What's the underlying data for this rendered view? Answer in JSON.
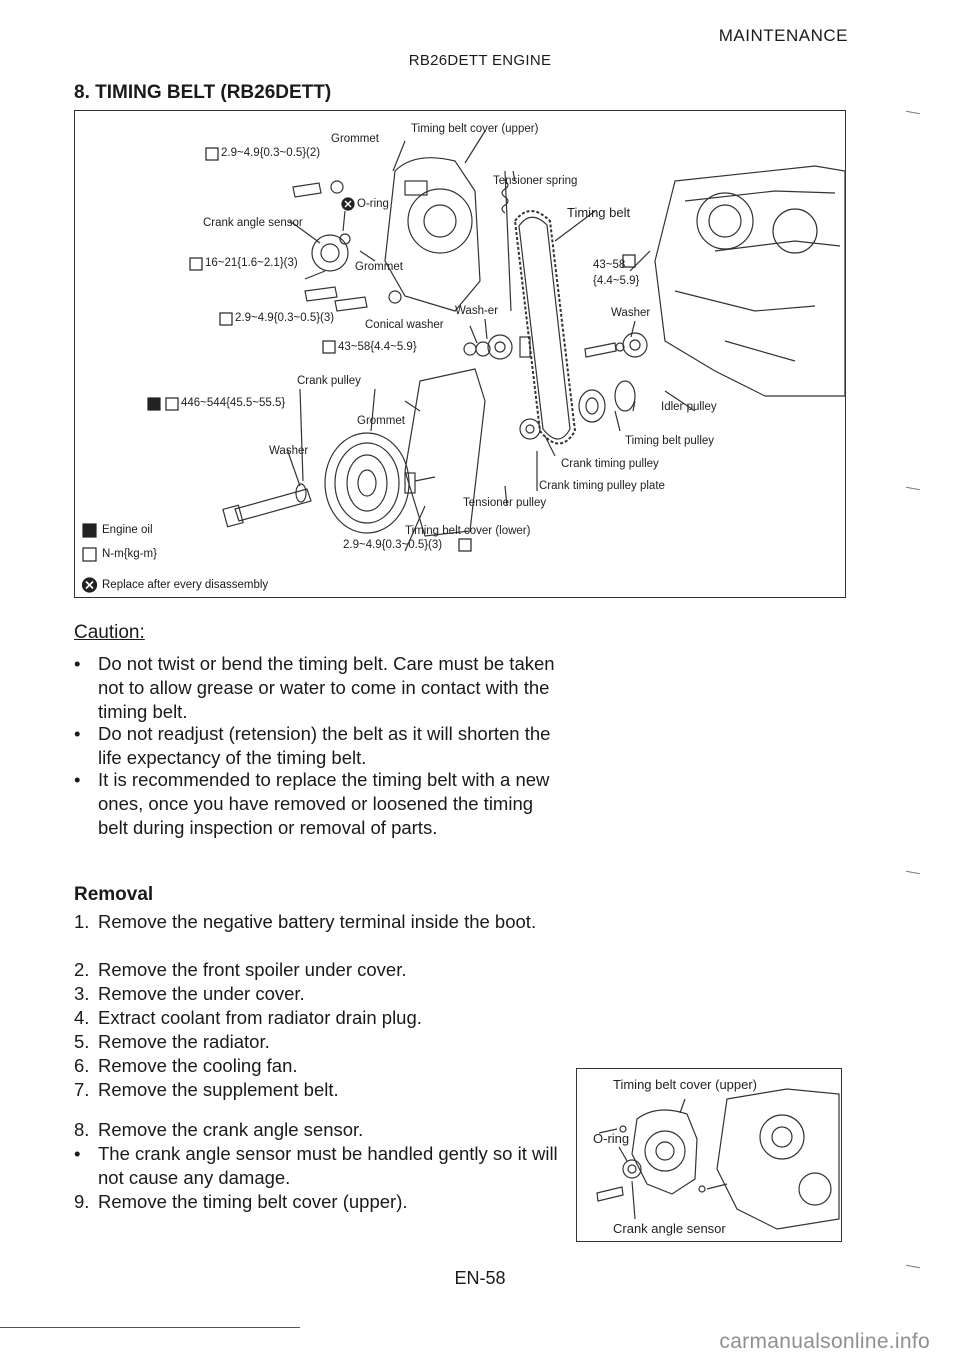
{
  "header": {
    "section": "MAINTENANCE",
    "engine": "RB26DETT ENGINE"
  },
  "title": "8. TIMING BELT (RB26DETT)",
  "figure": {
    "labels": {
      "grommet_top": "Grommet",
      "timing_belt_cover_upper": "Timing belt cover (upper)",
      "torque_1": "2.9~4.9{0.3~0.5}(2)",
      "tensioner_spring": "Tensioner spring",
      "o_ring": "O-ring",
      "crank_angle_sensor": "Crank angle sensor",
      "timing_belt": "Timing belt",
      "torque_2": "16~21{1.6~2.1}(3)",
      "grommet_mid": "Grommet",
      "torque_3a": "43~58",
      "torque_3b": "{4.4~5.9}",
      "torque_4": "2.9~4.9{0.3~0.5}(3)",
      "washer_1": "Wash-er",
      "conical_washer": "Conical washer",
      "washer_right": "Washer",
      "torque_5": "43~58{4.4~5.9}",
      "crank_pulley": "Crank pulley",
      "torque_6": "446~544{45.5~55.5}",
      "grommet_low": "Grommet",
      "idler_pulley": "Idler pulley",
      "washer_2": "Washer",
      "timing_belt_pulley": "Timing belt pulley",
      "crank_timing_pulley": "Crank timing pulley",
      "crank_timing_pulley_plate": "Crank timing pulley plate",
      "tensioner_pulley": "Tensioner pulley",
      "timing_belt_cover_lower": "Timing belt cover (lower)",
      "torque_7": "2.9~4.9{0.3~0.5}(3)"
    },
    "legend": [
      {
        "icon": "engine-oil-icon",
        "text": "Engine oil"
      },
      {
        "icon": "torque-wrench-icon",
        "text": "N-m{kg-m}"
      },
      {
        "icon": "replace-x-icon",
        "text": "Replace after every disassembly"
      }
    ]
  },
  "caution": {
    "heading": "Caution:",
    "items": [
      "Do not twist or bend the timing belt. Care must be taken not to allow grease or water to come in contact with the timing belt.",
      "Do not readjust (retension) the belt as it will shorten the life expectancy of the timing belt.",
      "It is recommended to replace the timing belt with a new ones, once you have removed or loosened the timing belt during inspection or removal of parts."
    ]
  },
  "removal": {
    "heading": "Removal",
    "steps": [
      {
        "num": "1.",
        "text": "Remove the negative battery terminal inside the boot."
      },
      {
        "num": "2.",
        "text": "Remove the front spoiler under cover."
      },
      {
        "num": "3.",
        "text": "Remove the under cover."
      },
      {
        "num": "4.",
        "text": "Extract coolant from radiator drain plug."
      },
      {
        "num": "5.",
        "text": "Remove the radiator."
      },
      {
        "num": "6.",
        "text": "Remove the cooling fan."
      },
      {
        "num": "7.",
        "text": "Remove the supplement belt."
      },
      {
        "num": "8.",
        "text": "Remove the crank angle sensor."
      },
      {
        "num": "•",
        "text": "The crank angle sensor must be handled gently so it will not cause any damage."
      },
      {
        "num": "9.",
        "text": "Remove the timing belt cover (upper)."
      }
    ]
  },
  "inset": {
    "cover_label": "Timing belt cover (upper)",
    "o_ring_label": "O-ring",
    "sensor_label": "Crank angle sensor"
  },
  "page_number": "EN-58",
  "watermark": "carmanualsonline.info",
  "colors": {
    "ink": "#1a1a1a",
    "line": "#333333",
    "watermark": "#8f8f8f"
  }
}
